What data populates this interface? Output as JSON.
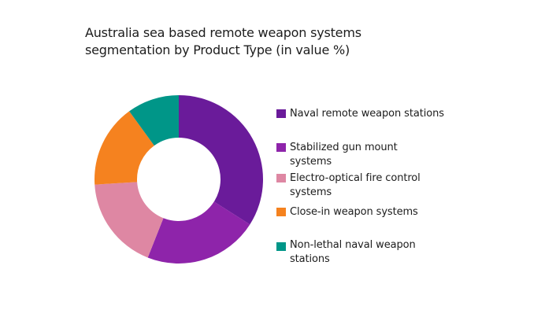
{
  "chart_data": {
    "type": "pie",
    "variant": "donut",
    "title": "Australia sea based remote weapon systems segmentation by Product Type (in value %)",
    "title_lines": [
      "Australia sea based remote weapon systems",
      "segmentation by Product Type (in value %)"
    ],
    "categories": [
      "Naval remote weapon stations",
      "Stabilized gun mount systems",
      "Electro-optical fire control systems",
      "Close-in weapon systems",
      "Non-lethal naval weapon stations"
    ],
    "values": [
      34,
      22,
      18,
      16,
      10
    ],
    "unit": "%",
    "colors": [
      "#6a1b9a",
      "#8e24aa",
      "#de87a3",
      "#f5821f",
      "#009688"
    ],
    "start_angle_deg": 0,
    "direction": "clockwise",
    "legend_position": "right",
    "data_labels": false,
    "legend": [
      {
        "lines": [
          "Naval remote weapon stations"
        ],
        "color": "#6a1b9a"
      },
      {
        "lines": [
          "Stabilized gun mount",
          "systems"
        ],
        "color": "#8e24aa"
      },
      {
        "lines": [
          "Electro-optical fire control",
          "systems"
        ],
        "color": "#de87a3"
      },
      {
        "lines": [
          "Close-in weapon systems"
        ],
        "color": "#f5821f"
      },
      {
        "lines": [
          "Non-lethal naval weapon",
          "stations"
        ],
        "color": "#009688"
      }
    ]
  }
}
